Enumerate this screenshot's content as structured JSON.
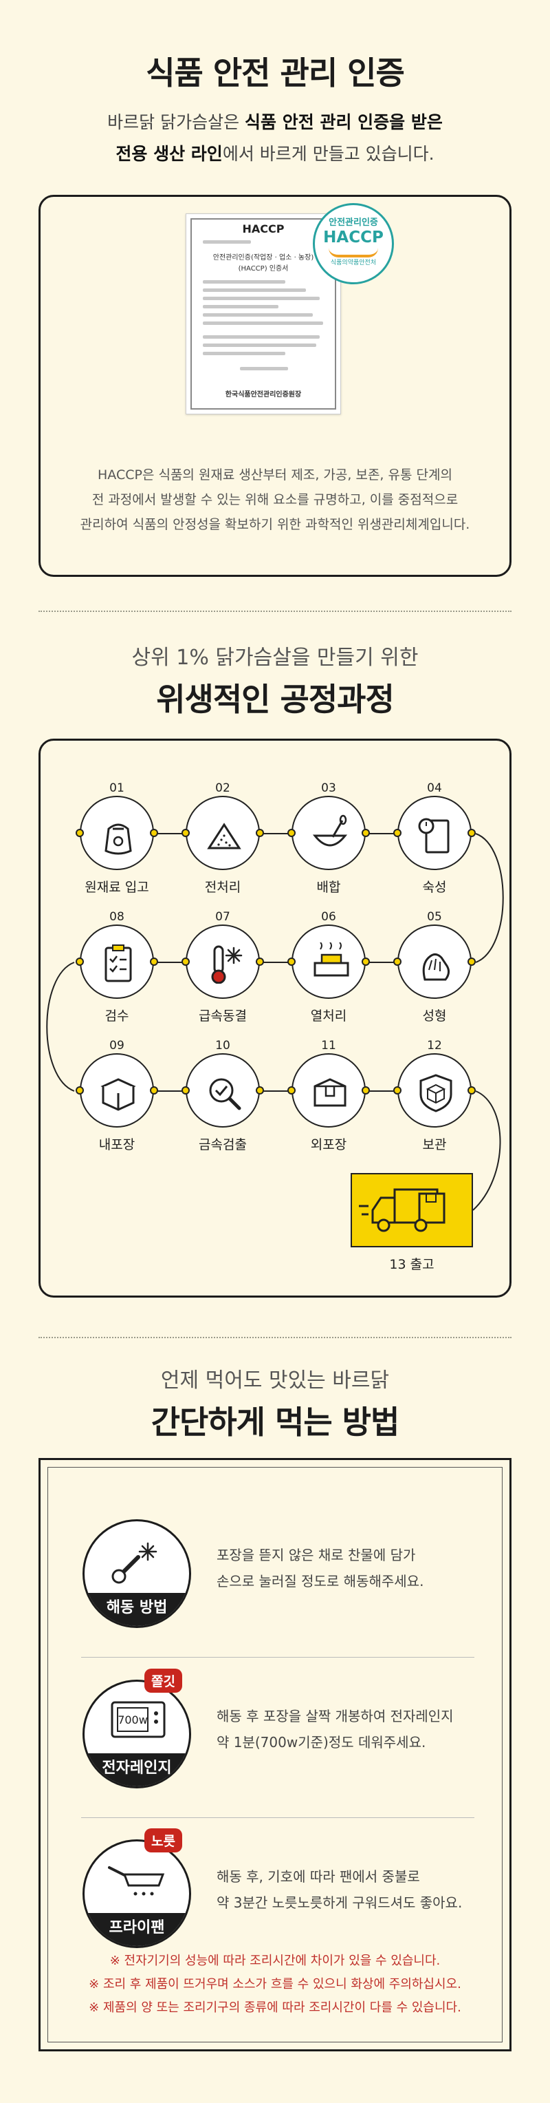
{
  "section1": {
    "title": "식품 안전 관리 인증",
    "subtitle_pre": "바르닭 닭가슴살은 ",
    "subtitle_bold1": "식품 안전 관리 인증을 받은",
    "subtitle_bold2": "전용 생산 라인",
    "subtitle_post": "에서 바르게 만들고 있습니다.",
    "cert": {
      "title": "HACCP",
      "heading": "안전관리인증(작업장 · 업소 · 농장)",
      "heading2": "(HACCP) 인증서",
      "issuer": "한국식품안전관리인증원장"
    },
    "badge": {
      "line1": "안전관리인증",
      "line2": "HACCP",
      "line3": "식품의약품안전처"
    },
    "description": [
      "HACCP은 식품의 원재료 생산부터 제조, 가공, 보존, 유통 단계의",
      "전 과정에서 발생할 수 있는 위해 요소를 규명하고, 이를 중점적으로",
      "관리하여 식품의 안정성을 확보하기 위한 과학적인 위생관리체계입니다."
    ]
  },
  "section2": {
    "subtitle": "상위 1% 닭가슴살을 만들기 위한",
    "title": "위생적인 공정과정",
    "steps": [
      {
        "num": "01",
        "label": "원재료 입고"
      },
      {
        "num": "02",
        "label": "전처리"
      },
      {
        "num": "03",
        "label": "배합"
      },
      {
        "num": "04",
        "label": "숙성"
      },
      {
        "num": "05",
        "label": "성형"
      },
      {
        "num": "06",
        "label": "열처리"
      },
      {
        "num": "07",
        "label": "급속동결"
      },
      {
        "num": "08",
        "label": "검수"
      },
      {
        "num": "09",
        "label": "내포장"
      },
      {
        "num": "10",
        "label": "금속검출"
      },
      {
        "num": "11",
        "label": "외포장"
      },
      {
        "num": "12",
        "label": "보관"
      }
    ],
    "final_step": "13 출고"
  },
  "section3": {
    "subtitle": "언제 먹어도 맛있는 바르닭",
    "title": "간단하게 먹는 방법",
    "methods": [
      {
        "name": "해동 방법",
        "line1": "포장을 뜯지 않은 채로 찬물에 담가",
        "line2": "손으로 눌러질 정도로 해동해주세요."
      },
      {
        "name": "전자레인지",
        "badge": "쫄깃",
        "oven_label": "700w",
        "line1": "해동 후 포장을 살짝 개봉하여 전자레인지",
        "line2": "약 1분(700w기준)정도 데워주세요."
      },
      {
        "name": "프라이팬",
        "badge": "노릇",
        "line1": "해동 후, 기호에 따라 팬에서 중불로",
        "line2": "약 3분간 노릇노릇하게 구워드셔도 좋아요."
      }
    ],
    "notes": [
      "※ 전자기기의 성능에 따라 조리시간에 차이가 있을 수 있습니다.",
      "※ 조리 후 제품이 뜨거우며 소스가 흐를 수 있으니 화상에 주의하십시오.",
      "※ 제품의 양 또는 조리기구의 종류에 따라 조리시간이 다를 수 있습니다."
    ]
  },
  "colors": {
    "background": "#fdf8e4",
    "accent_yellow": "#f7d300",
    "haccp_teal": "#27a2a0",
    "note_red": "#c0302b"
  }
}
